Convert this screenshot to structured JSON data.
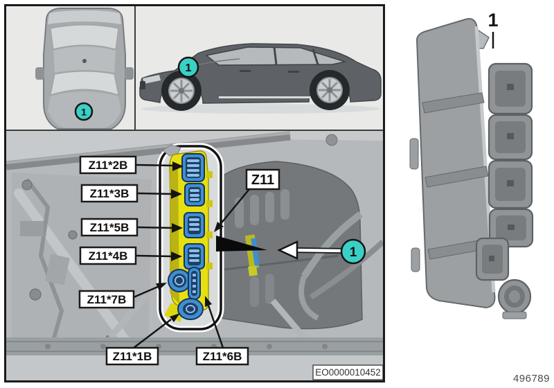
{
  "figure": {
    "item_number": "1"
  },
  "callouts": {
    "top_view": "1",
    "side_view": "1",
    "engine_bay": "1",
    "part_view": "1"
  },
  "engine_labels": {
    "z11_2b": "Z11*2B",
    "z11_3b": "Z11*3B",
    "z11_5b": "Z11*5B",
    "z11_4b": "Z11*4B",
    "z11_7b": "Z11*7B",
    "z11_1b": "Z11*1B",
    "z11_6b": "Z11*6B",
    "z11": "Z11"
  },
  "footer": {
    "image_id": "EO0000010452",
    "sheet_number": "496789"
  },
  "colors": {
    "callout_fill": "#3bcfc5",
    "module_yellow": "#e6e011",
    "connector_blue": "#3f8fd0",
    "connector_dark": "#1e3f66",
    "frame_black": "#1a1a1a"
  }
}
